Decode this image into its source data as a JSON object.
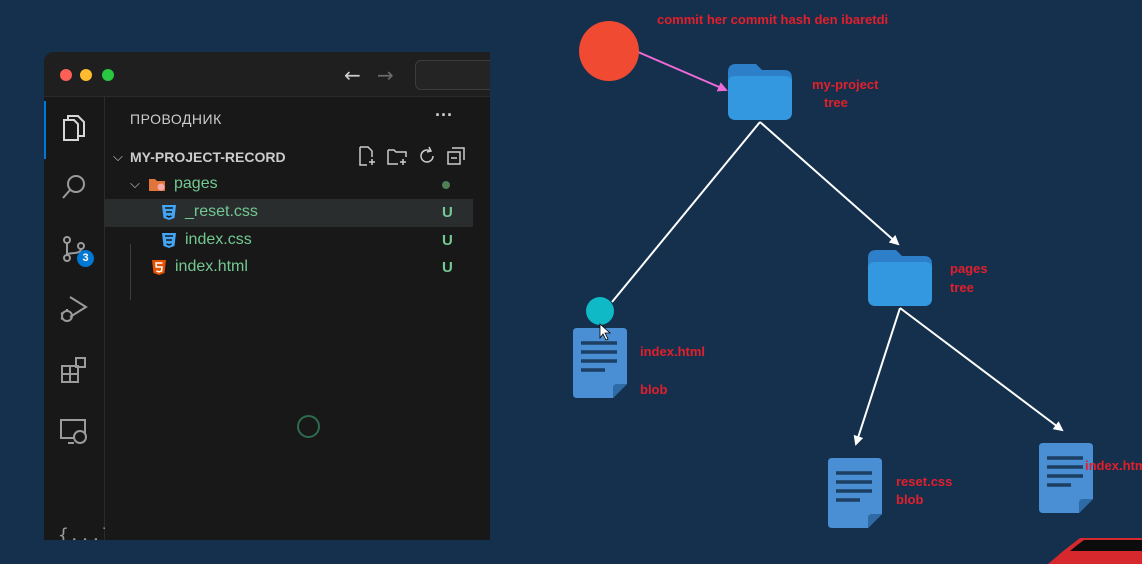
{
  "window": {
    "nav": {
      "back_icon": "arrow-left-icon",
      "forward_icon": "arrow-right-icon"
    }
  },
  "activity_bar": {
    "items": [
      {
        "name": "explorer",
        "icon": "files-icon",
        "active": true
      },
      {
        "name": "search",
        "icon": "search-icon"
      },
      {
        "name": "source-control",
        "icon": "source-control-icon",
        "badge": "3"
      },
      {
        "name": "run-debug",
        "icon": "run-debug-icon"
      },
      {
        "name": "extensions",
        "icon": "extensions-icon"
      },
      {
        "name": "remote-explorer",
        "icon": "remote-explorer-icon"
      },
      {
        "name": "json",
        "icon": "braces-icon",
        "text": "{...}"
      }
    ]
  },
  "explorer": {
    "title": "ПРОВОДНИК",
    "more": "···",
    "project_name": "MY-PROJECT-RECORD",
    "tree": [
      {
        "label": "pages",
        "type": "folder",
        "status": "dot",
        "icon": "folder-icon"
      },
      {
        "label": "_reset.css",
        "type": "css",
        "status": "U",
        "selected": true,
        "icon": "css-icon"
      },
      {
        "label": "index.css",
        "type": "css",
        "status": "U",
        "icon": "css-icon"
      },
      {
        "label": "index.html",
        "type": "html",
        "status": "U",
        "icon": "html-icon"
      }
    ]
  },
  "diagram": {
    "label_color": "#e21f2a",
    "commit_note": "commit her commit hash den ibaretdi",
    "root": {
      "name": "my-project",
      "kind": "tree"
    },
    "index_html": {
      "name": "index.html",
      "kind": "blob"
    },
    "pages": {
      "name": "pages",
      "kind": "tree"
    },
    "reset_css": {
      "name": "reset.css",
      "kind": "blob"
    },
    "pages_index": {
      "name": "index.htm"
    }
  }
}
